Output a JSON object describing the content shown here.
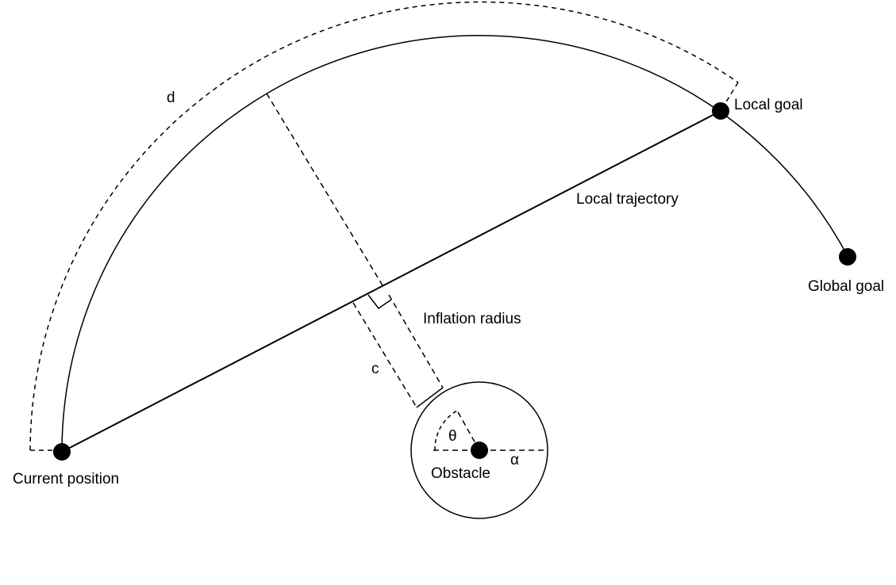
{
  "labels": {
    "current_position": "Current position",
    "local_goal": "Local goal",
    "global_goal": "Global goal",
    "local_trajectory": "Local trajectory",
    "inflation_radius": "Inflation radius",
    "obstacle": "Obstacle",
    "d": "d",
    "c": "c",
    "theta": "θ",
    "alpha": "α"
  },
  "colors": {
    "stroke": "#000000",
    "background": "#ffffff"
  }
}
